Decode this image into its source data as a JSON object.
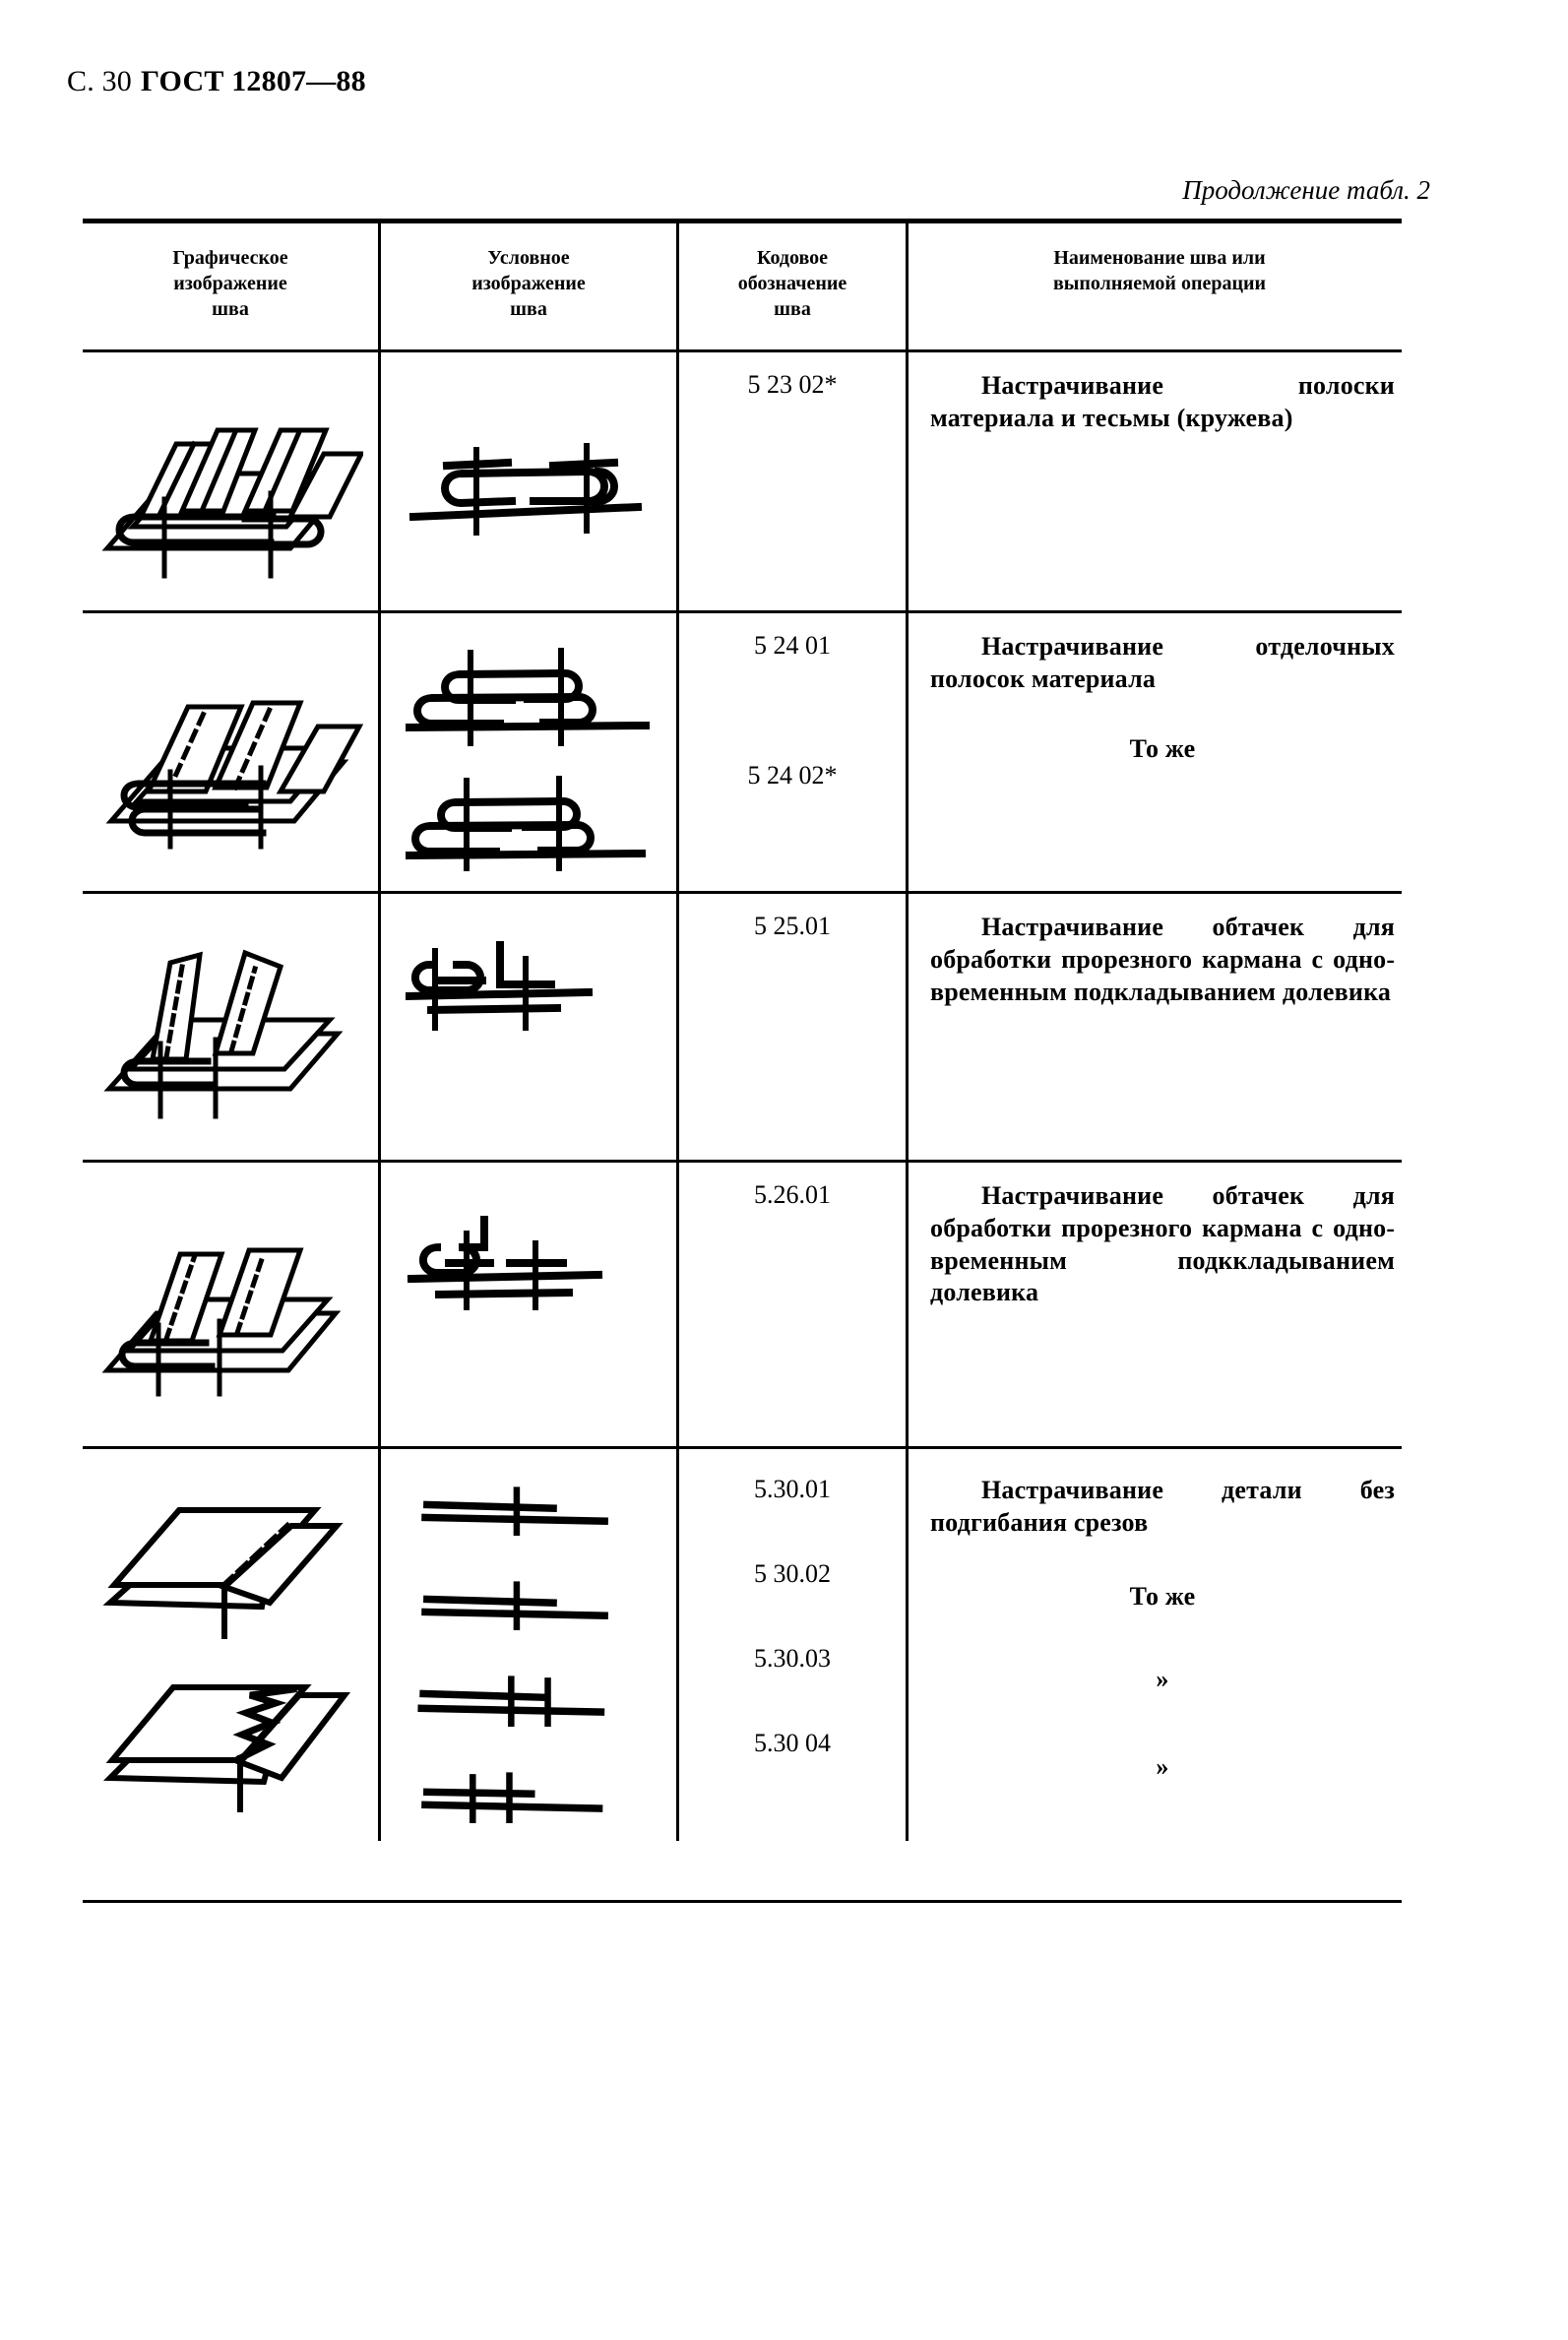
{
  "header": {
    "page_label": "С. 30",
    "standard": "ГОСТ 12807—88",
    "continuation_note": "Продолжение табл. 2"
  },
  "table": {
    "columns": [
      {
        "key": "graphic",
        "header": "Графическое\nизображение\nшва"
      },
      {
        "key": "symbol",
        "header": "Условное\nизображение\nшва"
      },
      {
        "key": "code",
        "header": "Кодовое\nобозначение\nшва"
      },
      {
        "key": "name",
        "header": "Наименование шва или\nвыполняемой операции"
      }
    ],
    "headers": {
      "col1_l1": "Графическое",
      "col1_l2": "изображение",
      "col1_l3": "шва",
      "col2_l1": "Условное",
      "col2_l2": "изображение",
      "col2_l3": "шва",
      "col3_l1": "Кодовое",
      "col3_l2": "обозначение",
      "col3_l3": "шва",
      "col4_l1": "Наименование шва или",
      "col4_l2": "выполняемой операции"
    },
    "rows": [
      {
        "id": "row-5-23",
        "codes": [
          "5 23 02*"
        ],
        "descriptions": [
          "Настрачивание полос­ки материала и тесьмы (кружева)"
        ]
      },
      {
        "id": "row-5-24",
        "codes": [
          "5 24 01",
          "5 24 02*"
        ],
        "descriptions": [
          "Настрачивание отде­лочных полосок мате­риала",
          "То же"
        ]
      },
      {
        "id": "row-5-25",
        "codes": [
          "5 25.01"
        ],
        "descriptions": [
          "Настрачивание обта­чек для обработки про­резного кармана с одно­временным подкладыва­нием долевика"
        ]
      },
      {
        "id": "row-5-26",
        "codes": [
          "5.26.01"
        ],
        "descriptions": [
          "Настрачивание обта­чек для обработки про­резного кармана с одно­временным подкклады­ванием долевика"
        ]
      },
      {
        "id": "row-5-30",
        "codes": [
          "5.30.01",
          "5 30.02",
          "5.30.03",
          "5.30 04"
        ],
        "descriptions": [
          "Настрачивание детали без подгибания срезов",
          "То же",
          "»",
          "»"
        ]
      }
    ]
  },
  "icons": {
    "graphic_row1": "layered-folded-strips-diagram",
    "graphic_row2": "folded-trim-strips-diagram",
    "graphic_row3": "pocket-facing-open-diagram",
    "graphic_row4": "pocket-facing-flat-diagram",
    "graphic_row5a": "two-plain-sheets-diagram",
    "graphic_row5b": "two-sheets-zigzag-diagram",
    "symbol_row1": "double-fold-hook-stitch-symbol",
    "symbol_row2a": "stacked-fold-hooks-symbol",
    "symbol_row2b": "stacked-fold-hooks-symbol",
    "symbol_row3": "hook-and-ell-stitch-symbol",
    "symbol_row4": "hook-and-ell-stitch-symbol",
    "symbol_row5a": "two-line-single-stitch-symbol",
    "symbol_row5b": "two-line-single-stitch-symbol",
    "symbol_row5c": "two-line-double-stitch-symbol",
    "symbol_row5d": "two-line-double-stitch-symbol"
  },
  "colors": {
    "ink": "#000000",
    "paper": "#ffffff"
  }
}
